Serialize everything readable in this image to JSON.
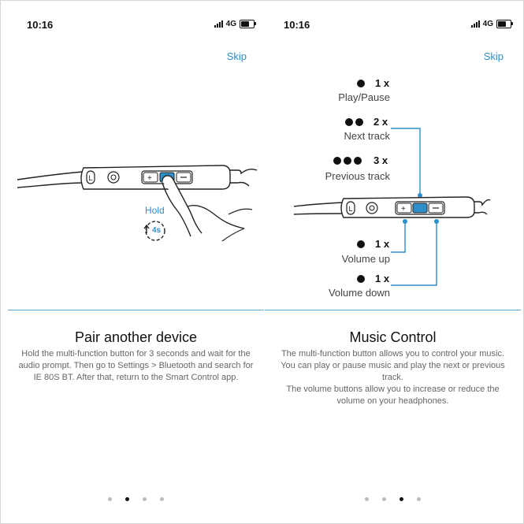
{
  "status_bar": {
    "time": "10:16",
    "network": "4G"
  },
  "screens": [
    {
      "skip_label": "Skip",
      "hold_label": "Hold",
      "hold_time": "4s",
      "title": "Pair another device",
      "body": "Hold the multi-function button for 3 seconds and wait for the audio prompt. Then go to Settings > Bluetooth and search for IE 80S BT. After that, return to the Smart Control app.",
      "page_dots": 4,
      "active_dot": 1
    },
    {
      "skip_label": "Skip",
      "controls": [
        {
          "count": "1 x",
          "dots": 1,
          "label": "Play/Pause"
        },
        {
          "count": "2 x",
          "dots": 2,
          "label": "Next track"
        },
        {
          "count": "3 x",
          "dots": 3,
          "label": "Previous track"
        },
        {
          "count": "1 x",
          "dots": 1,
          "label": "Volume up"
        },
        {
          "count": "1 x",
          "dots": 1,
          "label": "Volume down"
        }
      ],
      "title": "Music Control",
      "body": "The multi-function button allows you to control your music. You can play or pause music and play the next or previous track.\nThe volume buttons allow you to increase or reduce the volume on your headphones.",
      "page_dots": 4,
      "active_dot": 2
    }
  ],
  "colors": {
    "accent": "#2d8fc9",
    "divider": "#5aa6d4",
    "body_text": "#666666"
  }
}
